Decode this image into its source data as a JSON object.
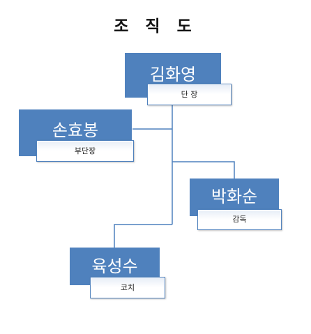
{
  "title": "조 직 도",
  "colors": {
    "node_fill": "#4f81bd",
    "connector": "#4f81bd",
    "label_border": "#4f81bd"
  },
  "members": [
    {
      "name": "김화영",
      "role": "단 장"
    },
    {
      "name": "손효봉",
      "role": "부단장"
    },
    {
      "name": "박화순",
      "role": "감독"
    },
    {
      "name": "육성수",
      "role": "코치"
    }
  ]
}
